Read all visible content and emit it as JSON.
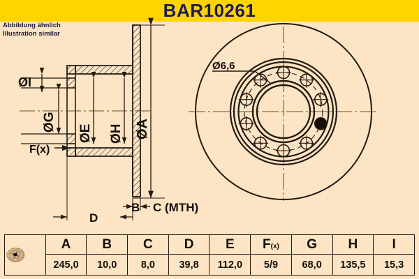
{
  "banner": {
    "title": "BAR10261",
    "bg_color": "#FFD400",
    "text_color": "#1B1B5C"
  },
  "page": {
    "background_color": "#FCE4C4",
    "line_color": "#231a10"
  },
  "note": {
    "line1": "Abbildung ähnlich",
    "line2": "Illustration similar"
  },
  "section_view": {
    "labels": {
      "dia_i": "ØI",
      "dia_g": "ØG",
      "dia_e": "ØE",
      "dia_h": "ØH",
      "dia_a": "ØA",
      "fx": "F(x)",
      "b": "B",
      "c": "C (MTH)",
      "d": "D"
    }
  },
  "face_view": {
    "hole_callout": "Ø6,6",
    "bolt_hole_count": 10,
    "highlighted_hole_index": 3
  },
  "table": {
    "headers": [
      "A",
      "B",
      "C",
      "D",
      "E",
      "F(x)",
      "G",
      "H",
      "I"
    ],
    "values": [
      "245,0",
      "10,0",
      "8,0",
      "39,8",
      "112,0",
      "5/9",
      "68,0",
      "135,5",
      "15,3"
    ],
    "fx_main": "F",
    "fx_sub": "(x)",
    "thumbnail_name": "brake-disc-photo"
  }
}
